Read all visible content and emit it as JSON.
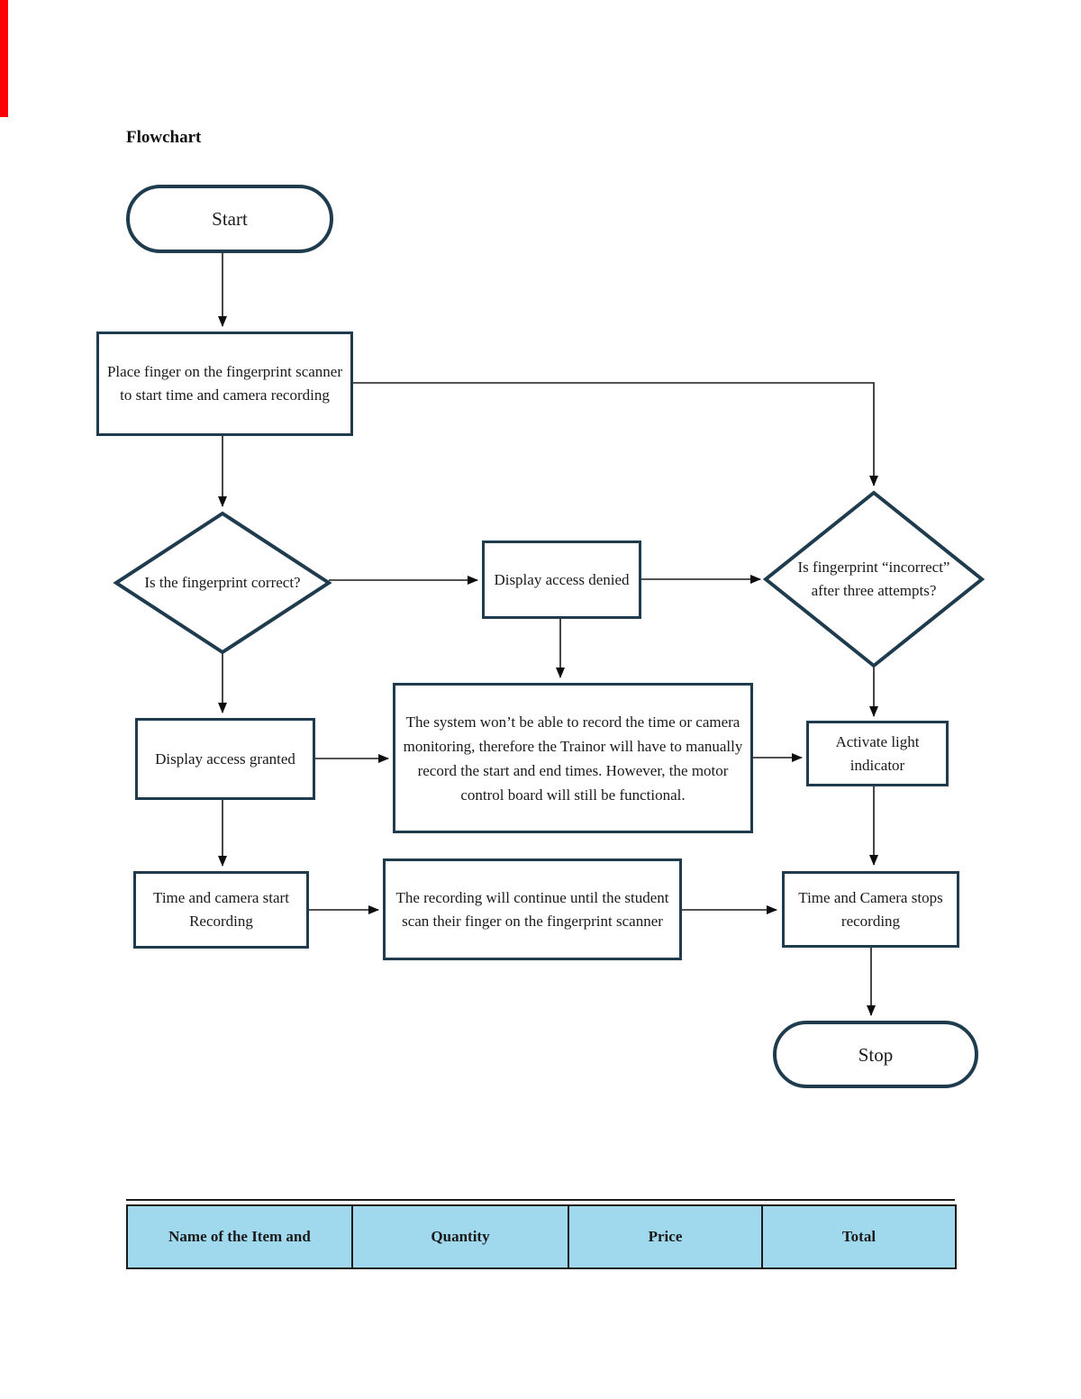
{
  "page": {
    "heading": "Flowchart"
  },
  "flowchart": {
    "colors": {
      "shape_border": "#1f3c4e",
      "connector": "#1a1a1a"
    },
    "nodes": {
      "start": "Start",
      "place_finger": "Place finger on the fingerprint scanner to start time and camera recording",
      "fingerprint_correct": "Is the fingerprint correct?",
      "access_denied": "Display access denied",
      "incorrect_after_three": "Is fingerprint “incorrect” after three attempts?",
      "access_granted": "Display access granted",
      "system_note": "The system won’t be able to record the time or camera monitoring, therefore the Trainor will have to manually record the start and end times. However, the motor control board will still be functional.",
      "activate_light": "Activate light indicator",
      "time_camera_start": "Time and camera start Recording",
      "recording_continue": "The recording will continue until the student scan their finger on the fingerprint scanner",
      "time_camera_stop": "Time and Camera stops recording",
      "stop": "Stop"
    }
  },
  "table": {
    "header_bg": "#a0d9ee",
    "headers": [
      "Name of the Item and",
      "Quantity",
      "Price",
      "Total"
    ]
  }
}
